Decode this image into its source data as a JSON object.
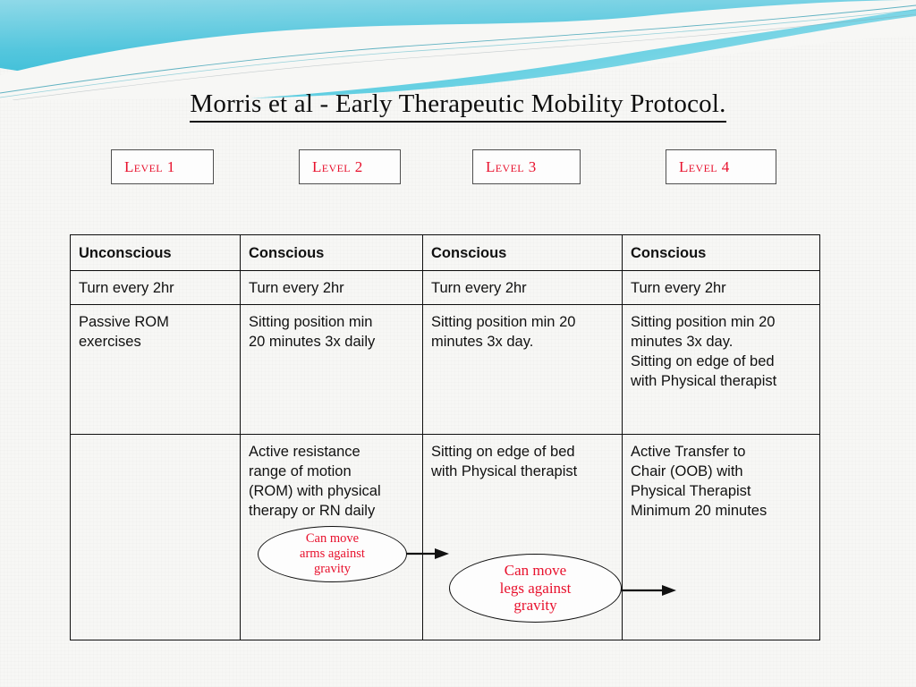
{
  "slide": {
    "title": "Morris et al -  Early Therapeutic Mobility Protocol.",
    "accent_red": "#e8112d",
    "wave_cyan": "#5ec8dd",
    "wave_deep_cyan": "#2bb6cf",
    "background": "#f7f7f5"
  },
  "levels": [
    {
      "label": "Level 1"
    },
    {
      "label": "Level 2"
    },
    {
      "label": "Level 3"
    },
    {
      "label": "Level 4"
    }
  ],
  "table": {
    "headers": [
      "Unconscious",
      "Conscious",
      "Conscious",
      "Conscious"
    ],
    "rows": [
      {
        "name": "turning",
        "cells": [
          {
            "lines": [
              "Turn every 2hr"
            ]
          },
          {
            "lines": [
              "Turn every 2hr"
            ]
          },
          {
            "lines": [
              "Turn every 2hr"
            ]
          },
          {
            "lines": [
              "Turn every 2hr"
            ]
          }
        ]
      },
      {
        "name": "sitting",
        "cells": [
          {
            "lines": [
              "Passive ROM",
              "exercises"
            ]
          },
          {
            "lines": [
              " Sitting position min",
              "20 minutes 3x daily"
            ]
          },
          {
            "lines": [
              "Sitting position min 20",
              "minutes 3x day."
            ]
          },
          {
            "lines": [
              "Sitting position min 20",
              "minutes 3x day.",
              "Sitting on edge of bed",
              "with Physical therapist"
            ]
          }
        ]
      },
      {
        "name": "activity",
        "cells": [
          {
            "lines": []
          },
          {
            "lines": [
              "Active resistance",
              "range of motion",
              "(ROM) with physical",
              "therapy or RN daily"
            ]
          },
          {
            "lines": [
              "Sitting on edge of bed",
              "with Physical therapist"
            ]
          },
          {
            "lines": [
              "Active Transfer to",
              "Chair (OOB) with",
              "Physical Therapist",
              "Minimum 20 minutes"
            ]
          }
        ]
      }
    ]
  },
  "callouts": [
    {
      "name": "arms",
      "lines": [
        "Can move",
        "arms against",
        "gravity"
      ]
    },
    {
      "name": "legs",
      "lines": [
        "Can move",
        "legs against",
        "gravity"
      ]
    }
  ]
}
